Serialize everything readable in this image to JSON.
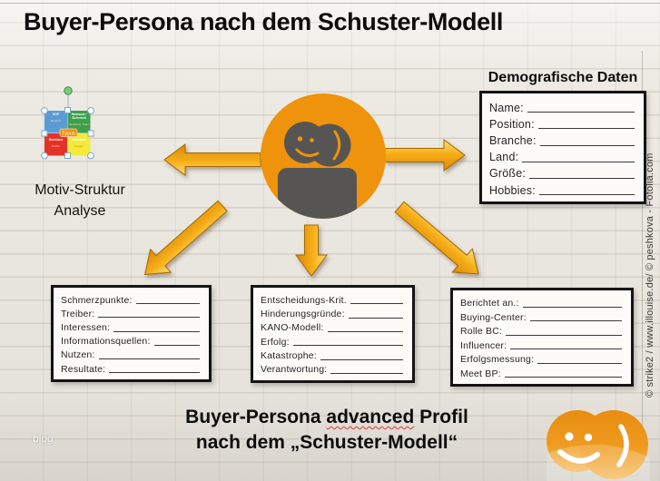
{
  "title": "Buyer-Persona nach dem Schuster-Modell",
  "demographics": {
    "heading": "Demografische Daten",
    "fields": [
      "Name:",
      "Position:",
      "Branche:",
      "Land:",
      "Größe:",
      "Hobbies:"
    ]
  },
  "motiv": {
    "label_line1": "Motiv-Struktur",
    "label_line2": "Analyse",
    "thumbnail": {
      "center": "Typus",
      "tl1": "SOP",
      "tl2": "Bewahrer",
      "tr1": "Harmonie /",
      "tr2": "Sicherheit",
      "tr3": "Beziehung / Team",
      "bl1": "Dominanz",
      "bl2": "Macher",
      "br1": "Stimulanz",
      "br2": "Neugier"
    }
  },
  "boxes": {
    "left": {
      "fields": [
        "Schmerzpunkte:",
        "Treiber:",
        "Interessen:",
        "Informationsquellen:",
        "Nutzen:",
        "Resultate:"
      ]
    },
    "middle": {
      "fields": [
        "Entscheidungs-Krit.",
        "Hinderungsgründe:",
        "KANO-Modell:",
        "Erfolg:",
        "Katastrophe:",
        "Verantwortung:"
      ]
    },
    "right": {
      "fields": [
        "Berichtet an.:",
        "Buying-Center:",
        "Rolle BC:",
        "Influencer:",
        "Erfolgsmessung:",
        "Meet BP:"
      ]
    }
  },
  "footer": {
    "pre": "Buyer-Persona ",
    "highlight": "advanced",
    "post": " Profil",
    "line2": "nach dem „Schuster-Modell“"
  },
  "watermark": "© strike2 / www.illouise.de/ © peshkova - Fotolia.com",
  "blog": "blog",
  "colors": {
    "accent_orange": "#EF930C",
    "arrow_gold": "#F2A50F",
    "figure_gray": "#575553",
    "box_border": "#141414",
    "spellcheck_red": "#D93C31",
    "quad_blue": "#5B9BD5",
    "quad_green": "#3DA04B",
    "quad_red": "#E53228",
    "quad_yellow": "#F3EA3A"
  }
}
